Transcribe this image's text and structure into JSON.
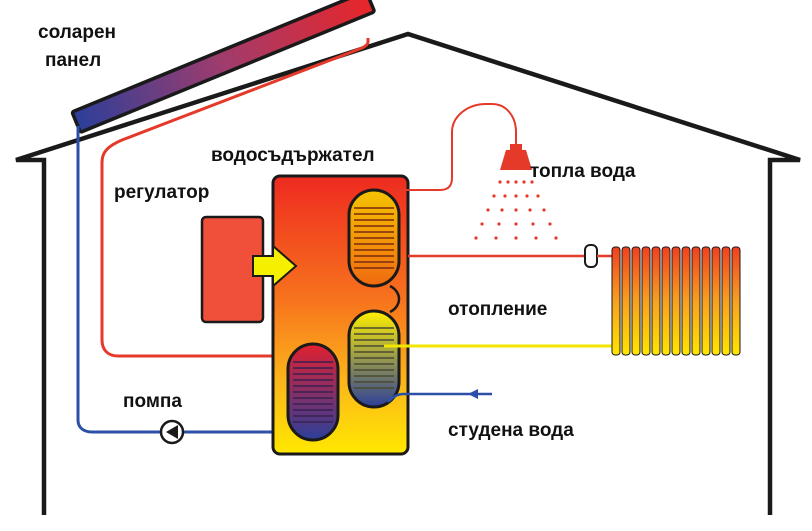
{
  "labels": {
    "solar_panel_line1": "соларен",
    "solar_panel_line2": "панел",
    "water_tank": "водосъдържател",
    "controller": "регулатор",
    "hot_water": "топла вода",
    "heating": "отопление",
    "pump": "помпа",
    "cold_water": "студена вода"
  },
  "colors": {
    "outline": "#1a1a1a",
    "hot_pipe": "#e53a2a",
    "cold_pipe": "#2c4fa8",
    "heating_pipe": "#f2e600",
    "tank_top": "#ee2a20",
    "tank_bottom": "#ffe800",
    "controller_fill": "#f0503a",
    "arrow_fill": "#f5f000"
  },
  "icons": {
    "pump": "pump-icon",
    "shower": "shower-icon",
    "radiator": "radiator-icon",
    "arrow": "controller-arrow-icon"
  }
}
